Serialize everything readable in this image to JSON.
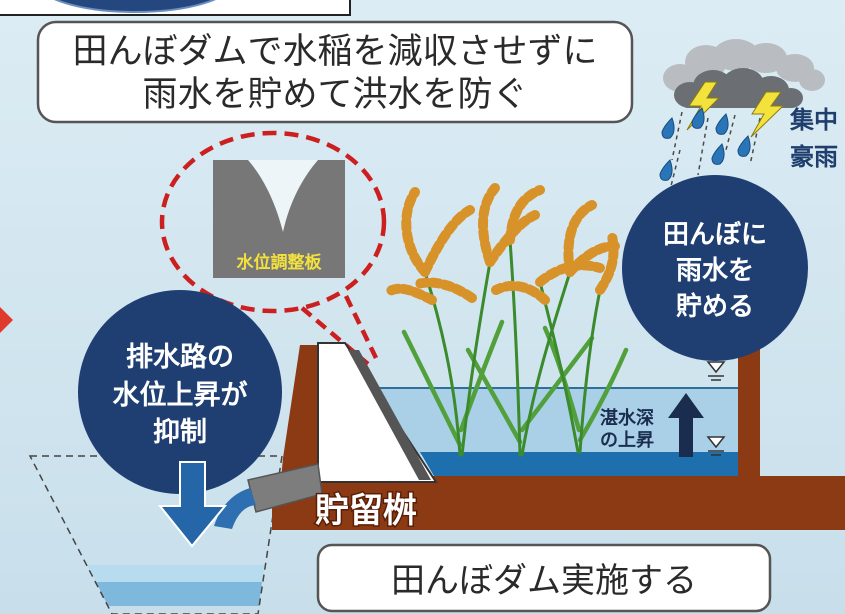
{
  "title_box": {
    "line1": "田んぼダムで水稲を減収させずに",
    "line2": "雨水を貯めて洪水を防ぐ"
  },
  "storm_label": {
    "line1": "集中",
    "line2": "豪雨"
  },
  "callout": {
    "label": "水位調整板"
  },
  "paddy_bubble": {
    "line1": "田んぼに",
    "line2": "雨水を",
    "line3": "貯める"
  },
  "drain_bubble": {
    "line1": "排水路の",
    "line2": "水位上昇が",
    "line3": "抑制"
  },
  "depth_label": {
    "line1": "湛水深",
    "line2": "の上昇"
  },
  "basin_label": "貯留桝",
  "footer_box": {
    "text": "田んぼダム実施する"
  },
  "icons": [
    "storm-cloud-icon",
    "lightning-icon",
    "raindrop-icon",
    "water-level-marker-icon",
    "up-arrow-icon",
    "down-arrow-icon"
  ],
  "colors": {
    "background": "#d3e6f0",
    "bubble": "#1f3f73",
    "soil": "#8b3a14",
    "water_light": "#a9d0e6",
    "water_dark": "#1e6fae",
    "callout_red": "#cc1f1f",
    "rice_grain": "#d8922a",
    "rice_leaf": "#52a03c",
    "label_yellow": "#f3e23e"
  }
}
